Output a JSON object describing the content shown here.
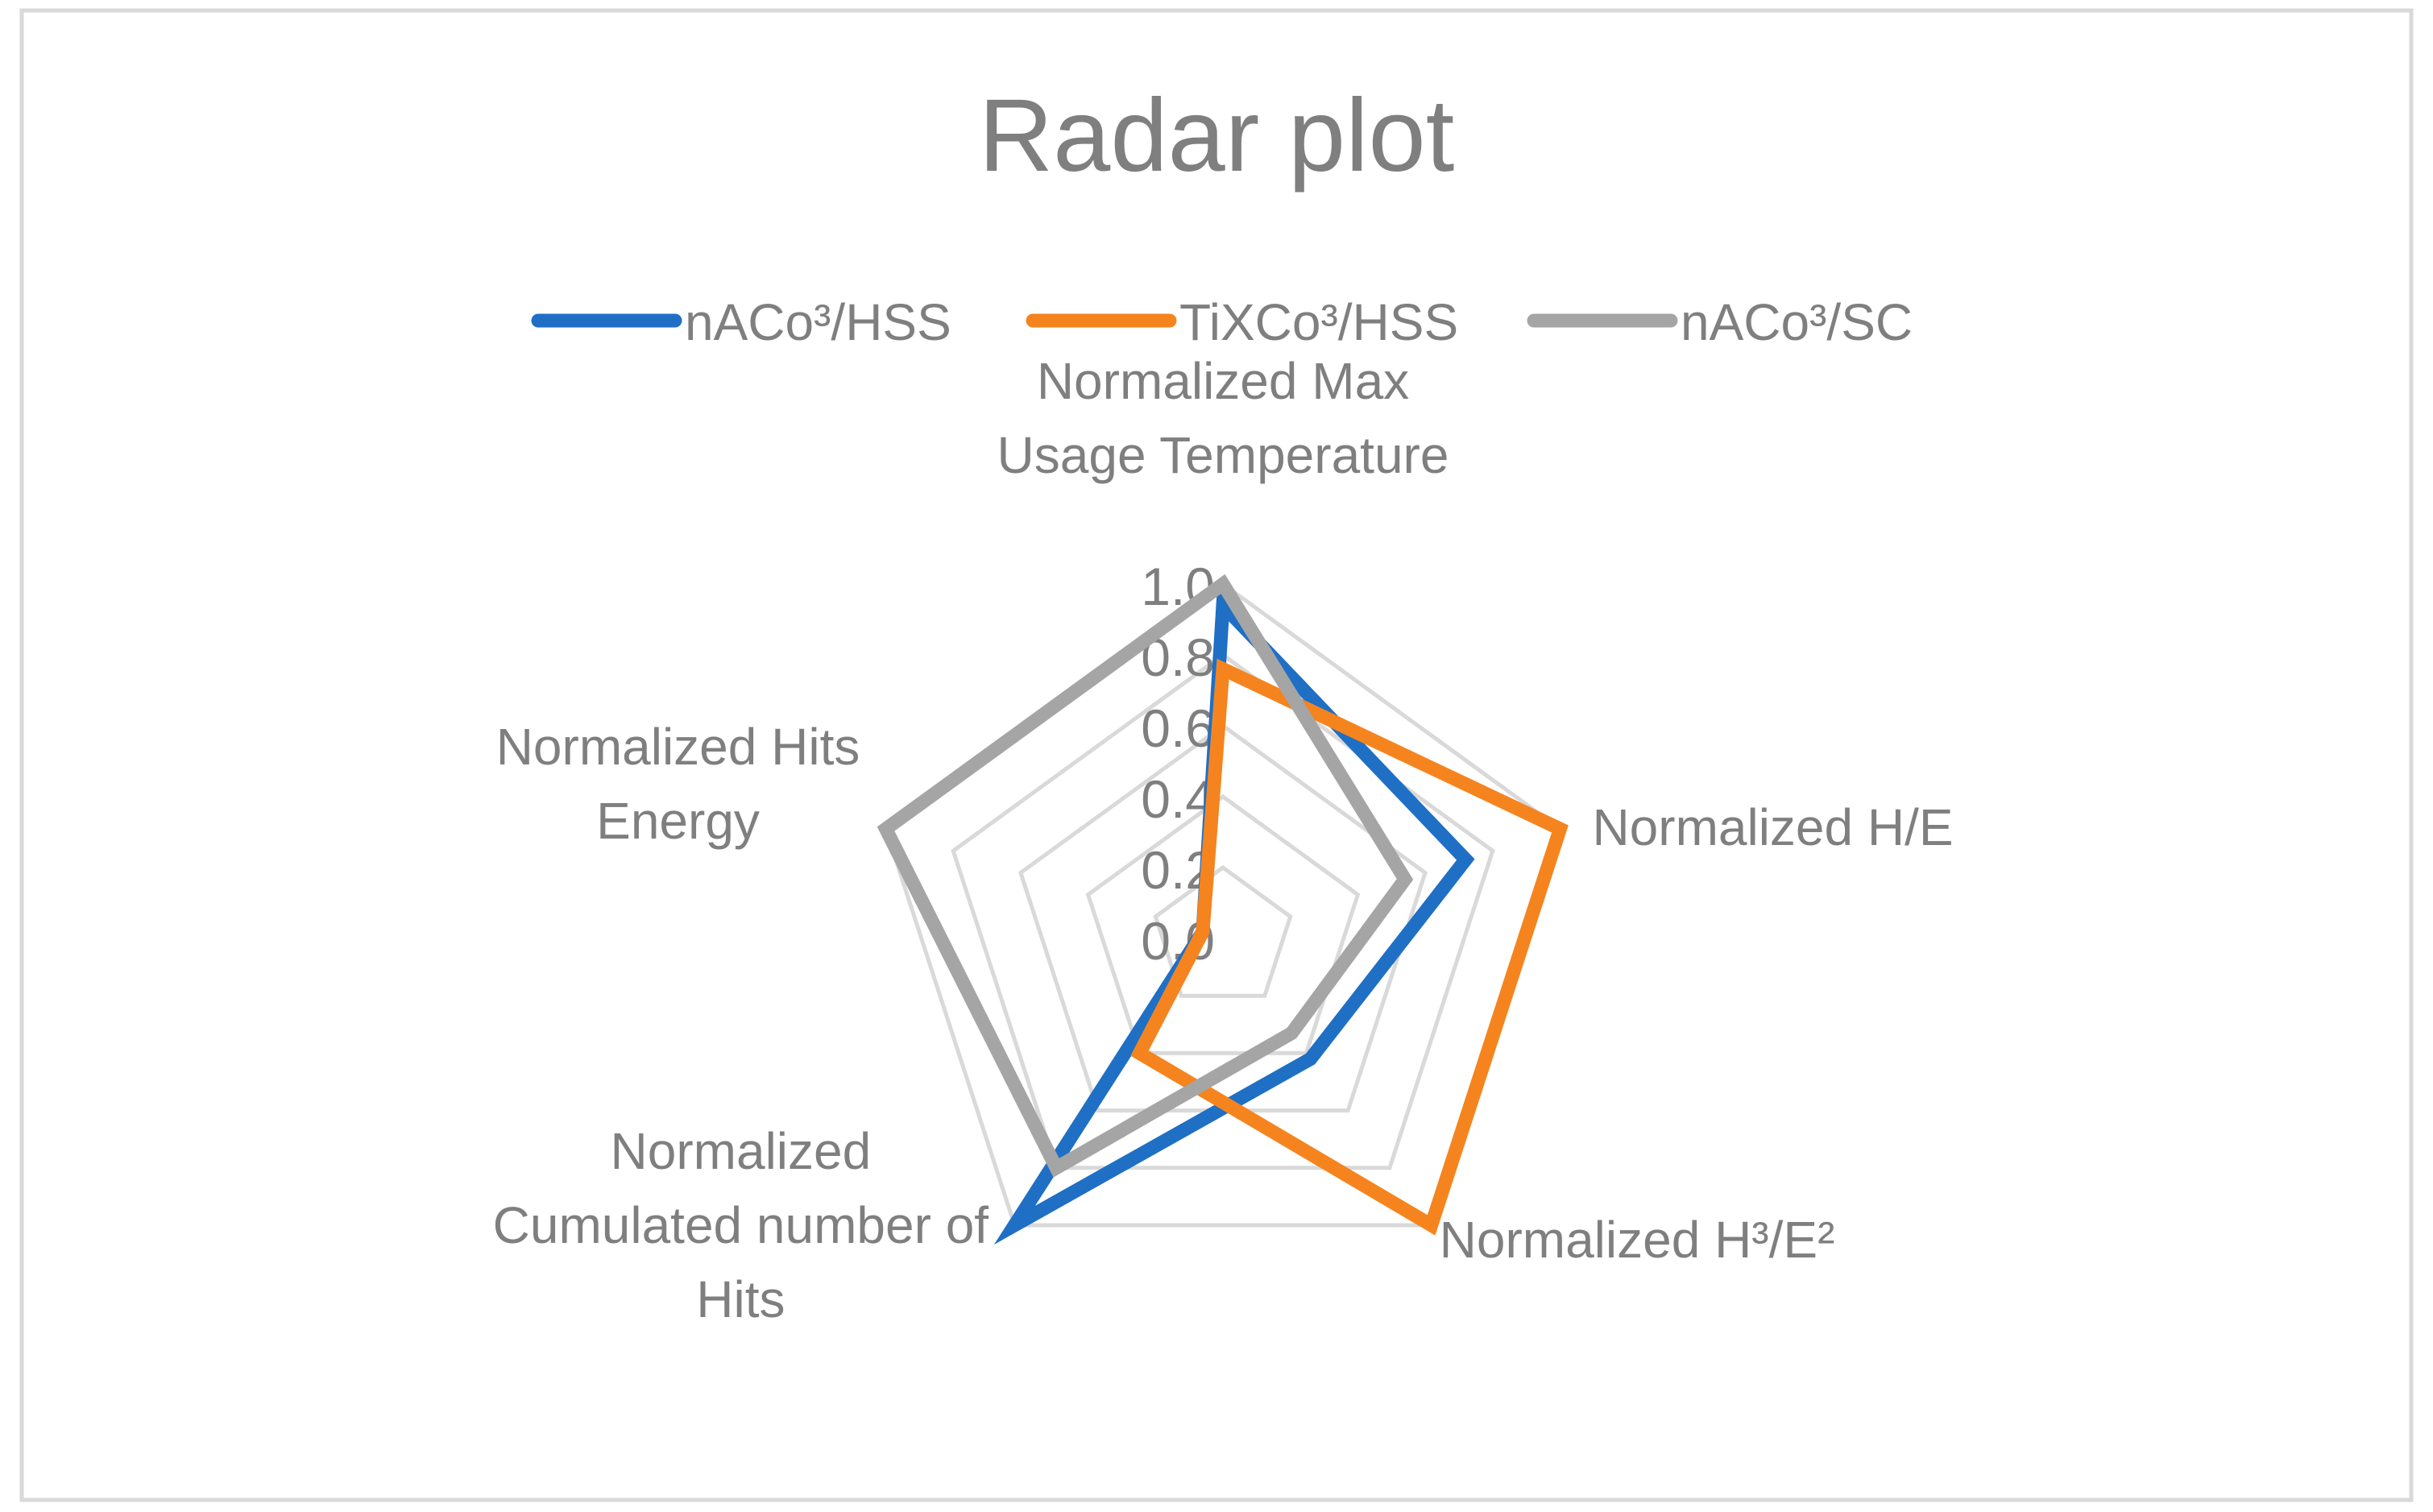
{
  "chart_data": {
    "type": "radar",
    "title": "Radar plot",
    "categories": [
      [
        "Normalized Max",
        "Usage Temperature"
      ],
      [
        "Normalized H/E"
      ],
      [
        "Normalized H³/E²"
      ],
      [
        "Normalized",
        "Cumulated number of",
        "Hits"
      ],
      [
        "Normalized Hits",
        "Energy"
      ]
    ],
    "tick_labels": [
      "0.0",
      "0.2",
      "0.4",
      "0.6",
      "0.8",
      "1.0"
    ],
    "rlim": [
      0,
      1
    ],
    "grid": true,
    "legend_position": "top",
    "series": [
      {
        "name": "nACo³/HSS",
        "color": "#1f6fc5",
        "values": [
          0.94,
          0.72,
          0.42,
          1.0,
          0.06
        ]
      },
      {
        "name": "TiXCo³/HSS",
        "color": "#f5841f",
        "values": [
          0.76,
          1.0,
          1.0,
          0.4,
          0.06
        ]
      },
      {
        "name": "nACo³/SC",
        "color": "#a5a5a5",
        "values": [
          1.0,
          0.54,
          0.33,
          0.8,
          1.0
        ]
      }
    ]
  }
}
